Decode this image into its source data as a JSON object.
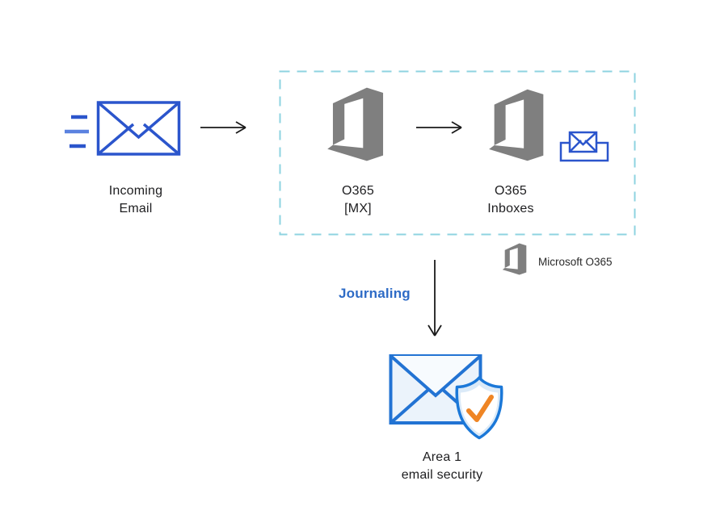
{
  "nodes": {
    "incoming_email": {
      "line1": "Incoming",
      "line2": "Email"
    },
    "o365_mx": {
      "line1": "O365",
      "line2": "[MX]"
    },
    "o365_inboxes": {
      "line1": "O365",
      "line2": "Inboxes"
    },
    "area1": {
      "line1": "Area 1",
      "line2": "email security"
    }
  },
  "labels": {
    "journaling": "Journaling",
    "legend": "Microsoft O365"
  },
  "icons": {
    "incoming_envelope": "envelope-with-speed-lines-icon",
    "office365": "office365-logo-icon",
    "inbox": "inbox-envelope-icon",
    "area1_shield": "envelope-shield-check-icon"
  },
  "colors": {
    "envelope_blue": "#2b55cc",
    "speed_line_light_blue": "#5b82e0",
    "dashed_border_teal": "#8ed3e0",
    "office_gray": "#7f7f7f",
    "journaling_blue": "#2e6bc6",
    "area1_stroke_blue": "#2273d3",
    "shield_stroke_blue": "#1b78d8",
    "light_blue_fill": "#dbeaf8",
    "check_orange": "#ef8524",
    "arrow_black": "#1a1a1a"
  }
}
